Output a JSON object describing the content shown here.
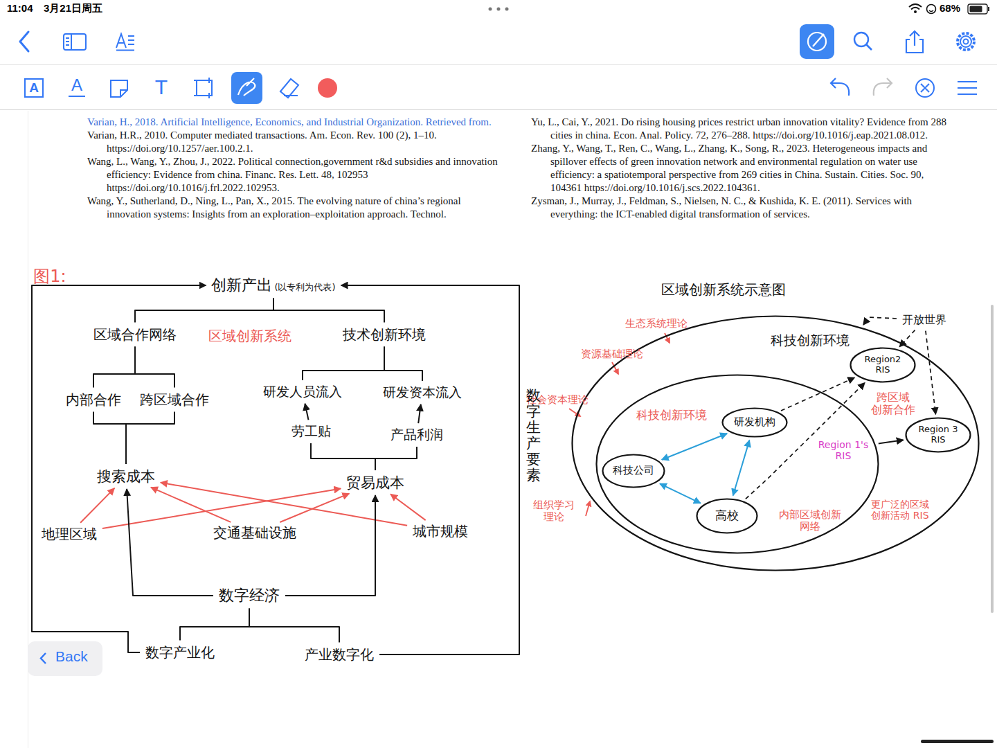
{
  "diagram": {
    "nodes": [
      {
        "text": [
          "创新产出",
          "(以专利为代表)"
        ]
      },
      {
        "text": [
          "区域合作网络"
        ]
      },
      {
        "text": [
          "技术创新环境"
        ]
      },
      {
        "text": [
          "内部合作"
        ]
      },
      {
        "text": [
          "跨区域合作"
        ]
      },
      {
        "text": [
          "研发人员流入"
        ]
      },
      {
        "text": [
          "研发资本流入"
        ]
      },
      {
        "text": [
          "劳工贴"
        ]
      },
      {
        "text": [
          "产品利润"
        ]
      },
      {
        "text": [
          "搜索成本"
        ]
      },
      {
        "text": [
          "贸易成本"
        ]
      },
      {
        "text": [
          "地理区域"
        ]
      },
      {
        "text": [
          "交通基础设施"
        ]
      },
      {
        "text": [
          "城市规模"
        ]
      },
      {
        "text": [
          "数字经济"
        ]
      },
      {
        "text": [
          "数字产业化"
        ]
      },
      {
        "text": [
          "产业数字化"
        ]
      },
      {
        "text": [
          "科技创新环境"
        ]
      },
      {
        "text": [
          "开放世界"
        ]
      },
      {
        "text": [
          "Region2 RIS"
        ],
        "in": 17
      },
      {
        "text": [
          "Region 1's RIS"
        ],
        "in": 17
      },
      {
        "text": [
          "研发机构"
        ],
        "in": 20
      },
      {
        "text": [
          "科技公司"
        ],
        "in": 20
      },
      {
        "text": [
          "高校"
        ],
        "in": 20
      },
      {
        "text": [
          "Region 3 RIS"
        ],
        "in": 17
      }
    ],
    "edges": [
      {
        "from": 1,
        "to": 0,
        "arrow": "none"
      },
      {
        "from": 2,
        "to": 0,
        "arrow": "none"
      },
      {
        "from": 3,
        "to": 1,
        "arrow": "none"
      },
      {
        "from": 4,
        "to": 1,
        "arrow": "none"
      },
      {
        "from": 5,
        "to": 2,
        "arrow": "none"
      },
      {
        "from": 6,
        "to": 2,
        "arrow": "none"
      },
      {
        "from": 7,
        "to": 5,
        "arrow": "to"
      },
      {
        "from": 8,
        "to": 6,
        "arrow": "to"
      },
      {
        "from": 9,
        "to": 3,
        "arrow": "none"
      },
      {
        "from": 9,
        "to": 4,
        "arrow": "none"
      },
      {
        "from": 10,
        "to": 7,
        "arrow": "none"
      },
      {
        "from": 10,
        "to": 8,
        "arrow": "none"
      },
      {
        "from": 11,
        "to": 9,
        "arrow": "to"
      },
      {
        "from": 11,
        "to": 10,
        "arrow": "to"
      },
      {
        "from": 12,
        "to": 9,
        "arrow": "to"
      },
      {
        "from": 12,
        "to": 10,
        "arrow": "to"
      },
      {
        "from": 13,
        "to": 9,
        "arrow": "to"
      },
      {
        "from": 13,
        "to": 10,
        "arrow": "to"
      },
      {
        "from": 14,
        "to": 9,
        "arrow": "to"
      },
      {
        "from": 14,
        "to": 10,
        "arrow": "to"
      },
      {
        "from": 15,
        "to": 14,
        "arrow": "none"
      },
      {
        "from": 16,
        "to": 14,
        "arrow": "none"
      },
      {
        "from": 15,
        "to": 0,
        "arrow": "to"
      },
      {
        "from": 16,
        "to": 0,
        "label": "数字生产要素",
        "arrow": "to"
      },
      {
        "from": 22,
        "to": 21,
        "arrow": "both"
      },
      {
        "from": 21,
        "to": 23,
        "arrow": "both"
      },
      {
        "from": 22,
        "to": 23,
        "arrow": "both"
      },
      {
        "from": 21,
        "to": 19,
        "arrow": "to"
      },
      {
        "from": 23,
        "to": 19,
        "arrow": "to"
      },
      {
        "from": 20,
        "to": 24,
        "arrow": "to"
      },
      {
        "from": 18,
        "to": 19,
        "arrow": "to"
      },
      {
        "from": 18,
        "to": 24,
        "arrow": "to"
      },
      {
        "from": 18,
        "to": 17,
        "arrow": "to"
      }
    ],
    "labels": [
      "11:04",
      "3月21日周五",
      "68%",
      "A",
      "A",
      "T",
      "Varian, H., 2018. Artificial Intelligence, Economics, and Industrial Organization. Retrieved from.",
      "Varian, H.R., 2010. Computer mediated transactions. Am. Econ. Rev. 100 (2), 1–10. https://doi.org/10.1257/aer.100.2.1.",
      "Wang, L., Wang, Y., Zhou, J., 2022. Political connection,government r&d subsidies and innovation efficiency: Evidence from china. Financ. Res. Lett. 48, 102953 https://doi.org/10.1016/j.frl.2022.102953.",
      "Wang, Y., Sutherland, D., Ning, L., Pan, X., 2015. The evolving nature of china’s regional innovation systems: Insights from an exploration–exploitation approach. Technol.",
      "Yu, L., Cai, Y., 2021. Do rising housing prices restrict urban innovation vitality? Evidence from 288 cities in china. Econ. Anal. Policy. 72, 276–288. https://doi.org/10.1016/j.eap.2021.08.012.",
      "Zhang, Y., Wang, T., Ren, C., Wang, L., Zhang, K., Song, R., 2023. Heterogeneous impacts and spillover effects of green innovation network and environmental regulation on water use efficiency: a spatiotemporal perspective from 269 cities in China. Sustain. Cities. Soc. 90, 104361 https://doi.org/10.1016/j.scs.2022.104361.",
      "Zysman, J., Murray, J., Feldman, S., Nielsen, N. C., & Kushida, K. E. (2011). Services with everything: the ICT-enabled digital transformation of services.",
      "图1:",
      "区域创新系统",
      "区域创新系统示意图",
      "生态系统理论",
      "资源基础理论",
      "社会资本理论",
      "科技创新环境",
      "组织学习 理论",
      "跨区域 创新合作",
      "内部区域创新 网络",
      "更广泛的区域 创新活动 RIS",
      "Back"
    ]
  }
}
